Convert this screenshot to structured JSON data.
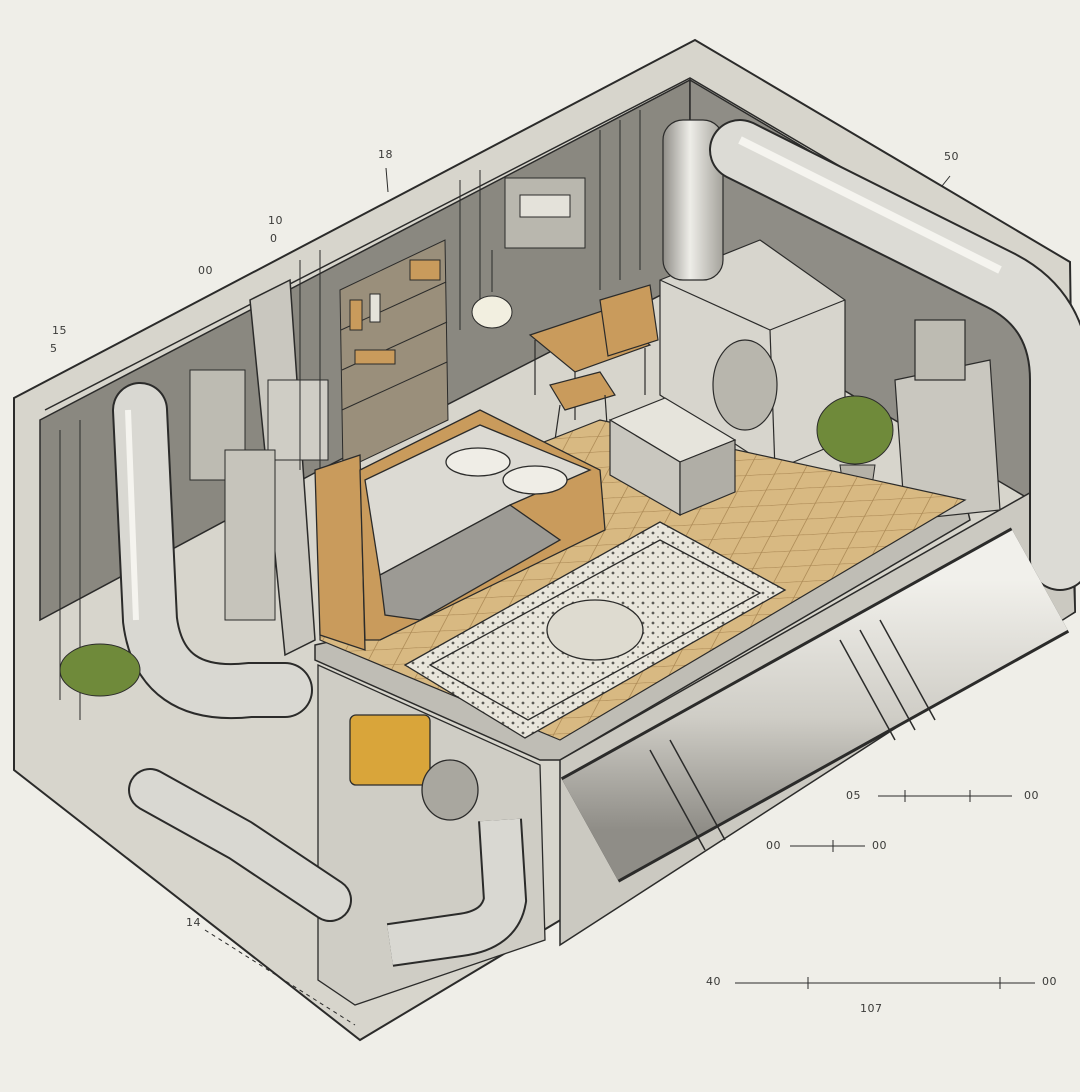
{
  "illustration": {
    "subject": "isometric cutaway of a bedroom surrounded by pipes and machinery",
    "palette": {
      "background": "#efeee8",
      "concrete": "#d7d5cc",
      "wall_dark": "#6e6c66",
      "wood_floor": "#d8b982",
      "wood_furniture": "#c99b5c",
      "pipe": "#d9d8d2",
      "ink": "#2b2b2a",
      "plant": "#6f8a3a",
      "machine_yellow": "#d9a53a"
    }
  },
  "dimension_labels": {
    "top_a": "18",
    "top_b": "10",
    "top_c": "0",
    "top_d": "00",
    "top_right": "50",
    "left_a": "15",
    "left_b": "5",
    "right_mid_start": "05",
    "right_mid_end": "00",
    "right_low_start": "00",
    "right_low_end": "00",
    "bottom_left": "14",
    "bottom_start": "40",
    "bottom_end": "00",
    "bottom_center": "107"
  }
}
